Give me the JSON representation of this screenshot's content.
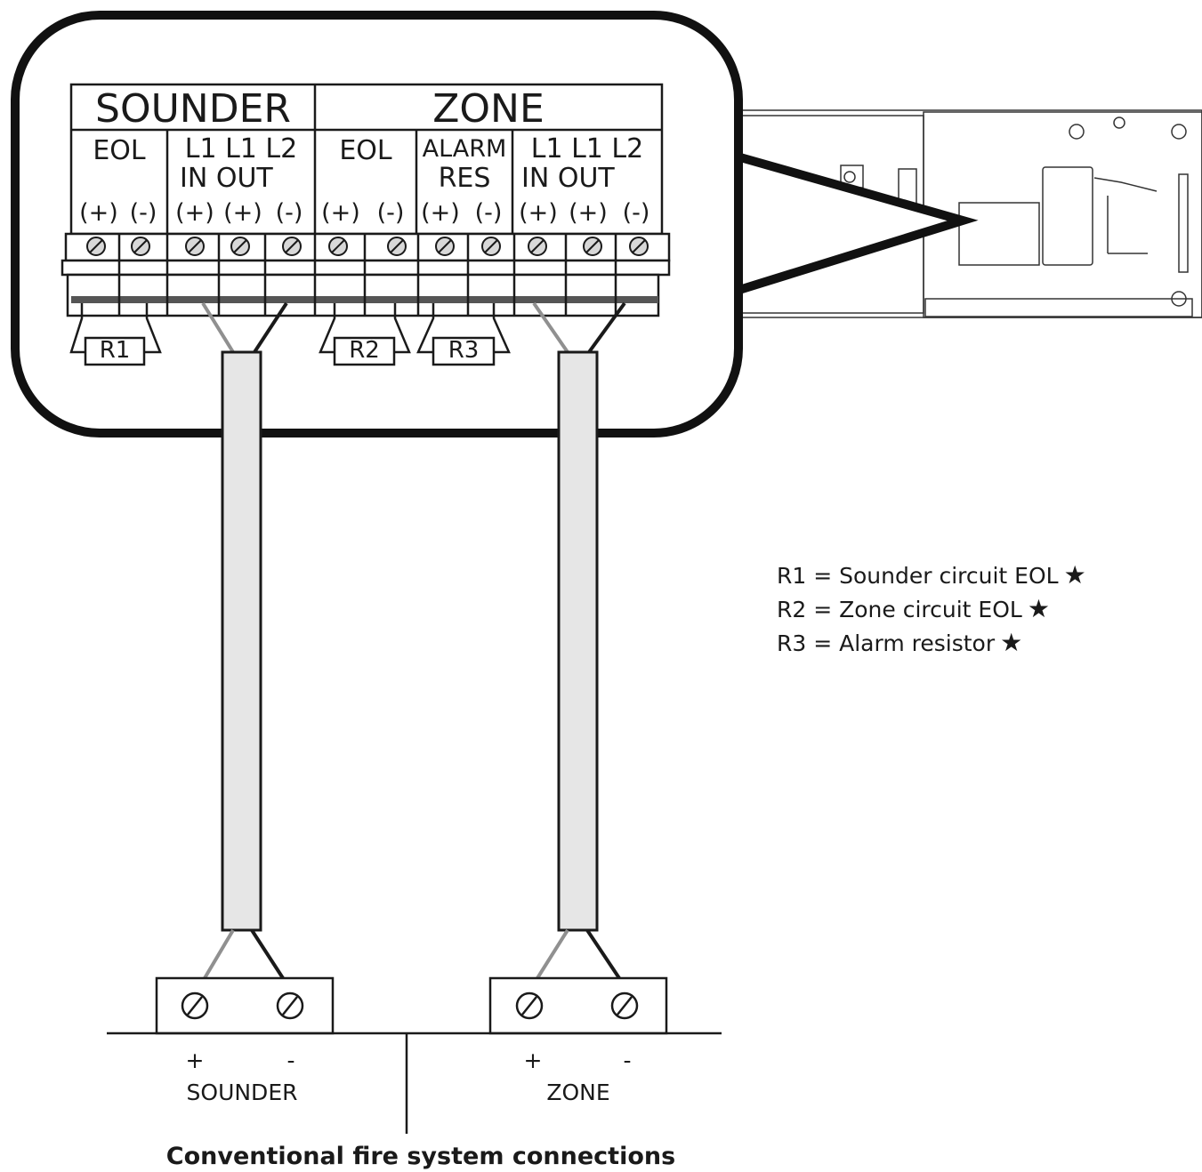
{
  "header": {
    "sounder": "SOUNDER",
    "zone": "ZONE"
  },
  "subheaders": {
    "sounder_eol": "EOL",
    "sounder_l1_in": "L1 L1 L2",
    "sounder_in_out": "IN OUT",
    "zone_eol": "EOL",
    "zone_alarm": "ALARM",
    "zone_res": "RES",
    "zone_l1_in": "L1 L1 L2",
    "zone_in_out": "IN OUT"
  },
  "polarities": [
    "(+)",
    "(-)",
    "(+)",
    "(+)",
    "(-)",
    "(+)",
    "(-)",
    "(+)",
    "(-)",
    "(+)",
    "(+)",
    "(-)"
  ],
  "resistors": {
    "r1": "R1",
    "r2": "R2",
    "r3": "R3"
  },
  "legend": {
    "r1": "R1 = Sounder circuit EOL",
    "r2": "R2 = Zone circuit EOL",
    "r3": "R3 = Alarm resistor",
    "star": "★"
  },
  "bottom": {
    "sounder_plus": "+",
    "sounder_minus": "-",
    "sounder_label": "SOUNDER",
    "zone_plus": "+",
    "zone_minus": "-",
    "zone_label": "ZONE",
    "caption": "Conventional fire system connections"
  },
  "colors": {
    "line": "#1a1a1a",
    "cable": "#e6e6e6",
    "grey_wire": "#909090",
    "band": "#555555"
  }
}
